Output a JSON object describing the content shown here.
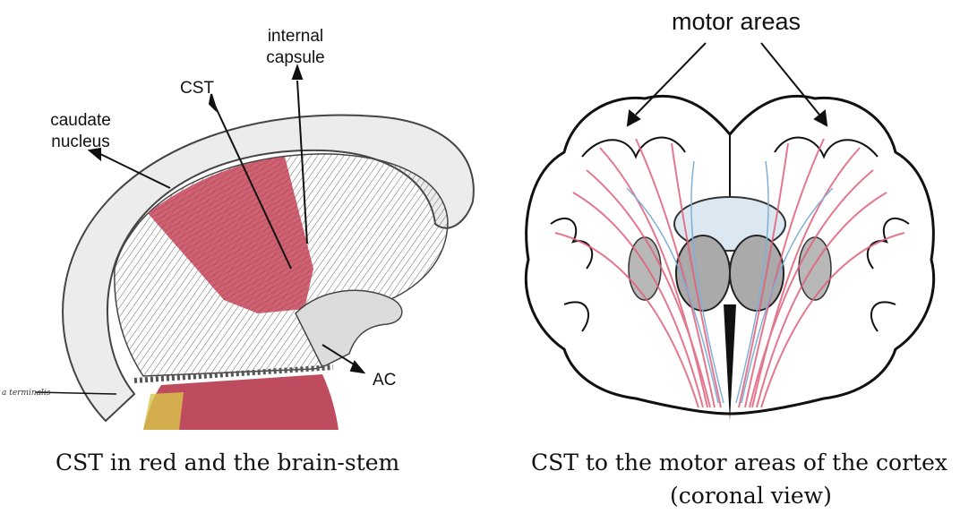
{
  "left_figure": {
    "labels": {
      "internal_capsule_line1": "internal",
      "internal_capsule_line2": "capsule",
      "cst": "CST",
      "caudate_line1": "caudate",
      "caudate_line2": "nucleus",
      "ac": "AC",
      "terminalis_fragment": "a terminalis"
    },
    "colors": {
      "tract": "#c8485a",
      "nucleus_shading": "#e8e8e8",
      "fiber_lines": "#555555"
    }
  },
  "right_figure": {
    "labels": {
      "motor_areas": "motor areas"
    },
    "colors": {
      "pink_fibers": "#e0607a",
      "blue_fibers": "#7fb0d8",
      "outline": "#111111"
    }
  },
  "captions": {
    "left": "CST in red and the brain-stem",
    "right_line1": "CST to the motor areas of the cortex",
    "right_line2": "(coronal view)"
  }
}
